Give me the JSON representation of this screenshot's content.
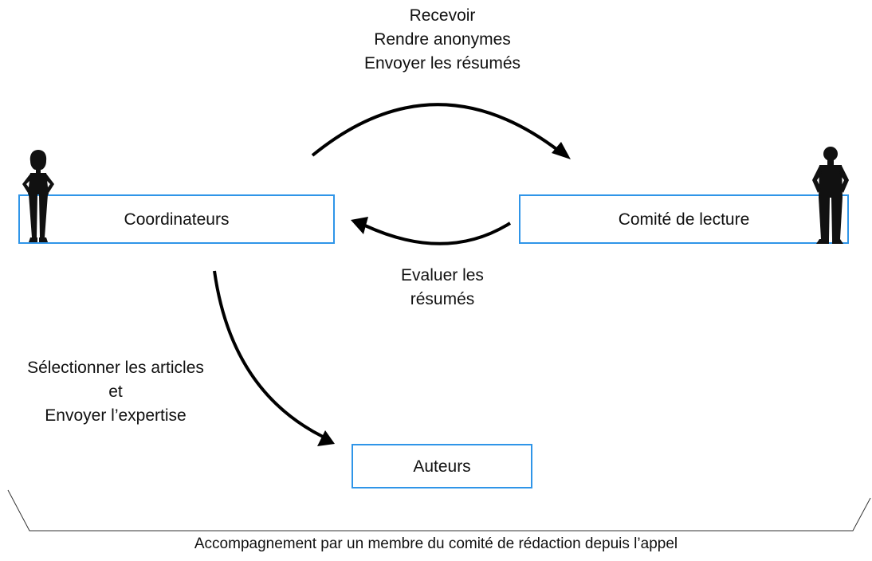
{
  "diagram": {
    "nodes": {
      "coordinateurs": "Coordinateurs",
      "comite": "Comité de lecture",
      "auteurs": "Auteurs"
    },
    "edges": {
      "coord_to_comite": [
        "Recevoir",
        "Rendre anonymes",
        "Envoyer les résumés"
      ],
      "comite_to_coord": [
        "Evaluer les",
        "résumés"
      ],
      "coord_to_auteurs": [
        "Sélectionner les articles",
        "et",
        "Envoyer l’expertise"
      ]
    },
    "footer": "Accompagnement par un membre du comité de rédaction depuis l’appel",
    "colors": {
      "box_border": "#2f95e8",
      "arrow": "#000000",
      "text": "#111111"
    },
    "icons": [
      "person-woman-icon",
      "person-man-icon"
    ]
  }
}
